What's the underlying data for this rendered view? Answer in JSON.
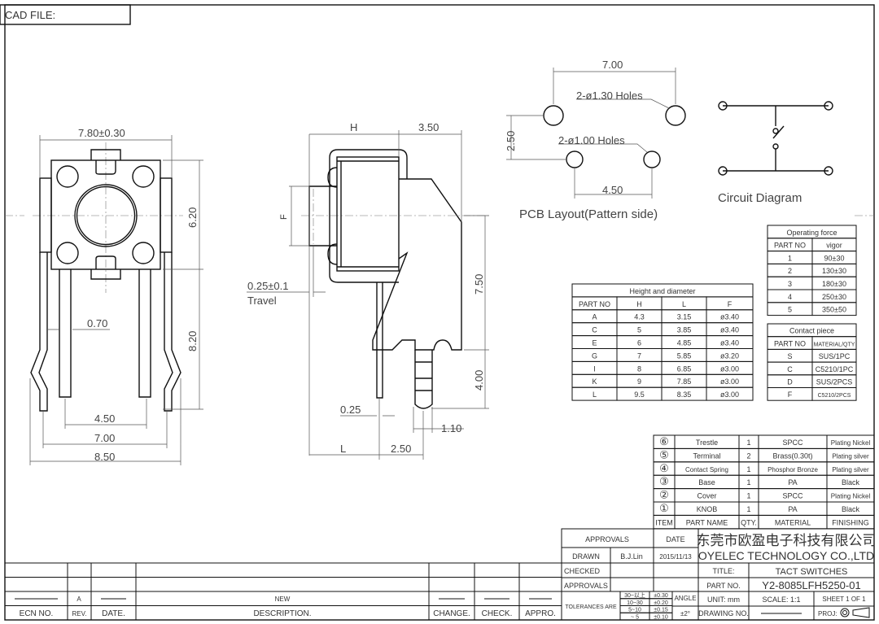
{
  "header": {
    "cad_file_label": "CAD FILE:"
  },
  "front_view": {
    "dims": {
      "width": "7.80±0.30",
      "body_height": "6.20",
      "pin_length": "8.20",
      "pin_width": "0.70",
      "inner_pitch": "4.50",
      "outer_pitch": "7.00",
      "overall": "8.50"
    }
  },
  "side_view": {
    "dims": {
      "h": "H",
      "offset": "3.50",
      "f": "F",
      "travel": "0.25±0.1",
      "travel_label": "Travel",
      "height": "7.50",
      "terminal": "4.00",
      "pin_thk": "0.25",
      "term_w": "1.10",
      "l": "L",
      "pitch": "2.50"
    }
  },
  "pcb_layout": {
    "width": "7.00",
    "big_holes": "2-ø1.30 Holes",
    "small_holes": "2-ø1.00 Holes",
    "vertical": "2.50",
    "small_pitch": "4.50",
    "caption": "PCB Layout(Pattern side)"
  },
  "circuit": {
    "caption": "Circuit Diagram"
  },
  "height_table": {
    "title": "Height and diameter",
    "headers": [
      "PART NO",
      "H",
      "L",
      "F"
    ],
    "rows": [
      [
        "A",
        "4.3",
        "3.15",
        "ø3.40"
      ],
      [
        "C",
        "5",
        "3.85",
        "ø3.40"
      ],
      [
        "E",
        "6",
        "4.85",
        "ø3.40"
      ],
      [
        "G",
        "7",
        "5.85",
        "ø3.20"
      ],
      [
        "I",
        "8",
        "6.85",
        "ø3.00"
      ],
      [
        "K",
        "9",
        "7.85",
        "ø3.00"
      ],
      [
        "L",
        "9.5",
        "8.35",
        "ø3.00"
      ]
    ]
  },
  "force_table": {
    "title": "Operating force",
    "headers": [
      "PART NO",
      "vigor"
    ],
    "rows": [
      [
        "1",
        "90±30"
      ],
      [
        "2",
        "130±30"
      ],
      [
        "3",
        "180±30"
      ],
      [
        "4",
        "250±30"
      ],
      [
        "5",
        "350±50"
      ]
    ]
  },
  "contact_table": {
    "title": "Contact piece",
    "headers": [
      "PART NO",
      "MATERIAL/QTY"
    ],
    "rows": [
      [
        "S",
        "SUS/1PC"
      ],
      [
        "C",
        "C5210/1PC"
      ],
      [
        "D",
        "SUS/2PCS"
      ],
      [
        "F",
        "C5210/2PCS"
      ]
    ]
  },
  "parts_list": {
    "rows": [
      [
        "⑥",
        "Trestle",
        "1",
        "SPCC",
        "Plating Nickel"
      ],
      [
        "⑤",
        "Terminal",
        "2",
        "Brass(0.30t)",
        "Plating silver"
      ],
      [
        "④",
        "Contact Spring",
        "1",
        "Phosphor Bronze",
        "Plating silver"
      ],
      [
        "③",
        "Base",
        "1",
        "PA",
        "Black"
      ],
      [
        "②",
        "Cover",
        "1",
        "SPCC",
        "Plating Nickel"
      ],
      [
        "①",
        "KNOB",
        "1",
        "PA",
        "Black"
      ]
    ],
    "headers": [
      "ITEM",
      "PART NAME",
      "QTY.",
      "MATERIAL",
      "FINISHING"
    ]
  },
  "title_block": {
    "approvals": "APPROVALS",
    "date": "DATE",
    "drawn": "DRAWN",
    "drawn_by": "B.J.Lin",
    "drawn_date": "2015/11/13",
    "checked": "CHECKED",
    "approvals2": "APPROVALS",
    "company_cn": "东莞市欧盈电子科技有限公司",
    "company_en": "OYELEC TECHNOLOGY CO.,LTD",
    "title_label": "TITLE:",
    "title": "TACT SWITCHES",
    "part_no_label": "PART NO.",
    "part_no": "Y2-8085LFH5250-01",
    "tolerances": "TOLERANCES ARE",
    "tol_ranges": [
      "30~以上",
      "10~30",
      "5~10",
      "~ 5"
    ],
    "tol_values": [
      "±0.30",
      "±0.20",
      "±0.15",
      "±0.10"
    ],
    "angle": "ANGLE",
    "angle_tol": "±2°",
    "unit": "UNIT: mm",
    "scale": "SCALE:  1:1",
    "sheet": "SHEET  1 OF 1",
    "drawing_no": "DRAWING NO.",
    "proj": "PROJ:"
  },
  "revision": {
    "headers": [
      "ECN NO.",
      "REV.",
      "DATE.",
      "DESCRIPTION.",
      "CHANGE.",
      "CHECK.",
      "APPRO."
    ],
    "rev": "A",
    "description": "NEW"
  }
}
